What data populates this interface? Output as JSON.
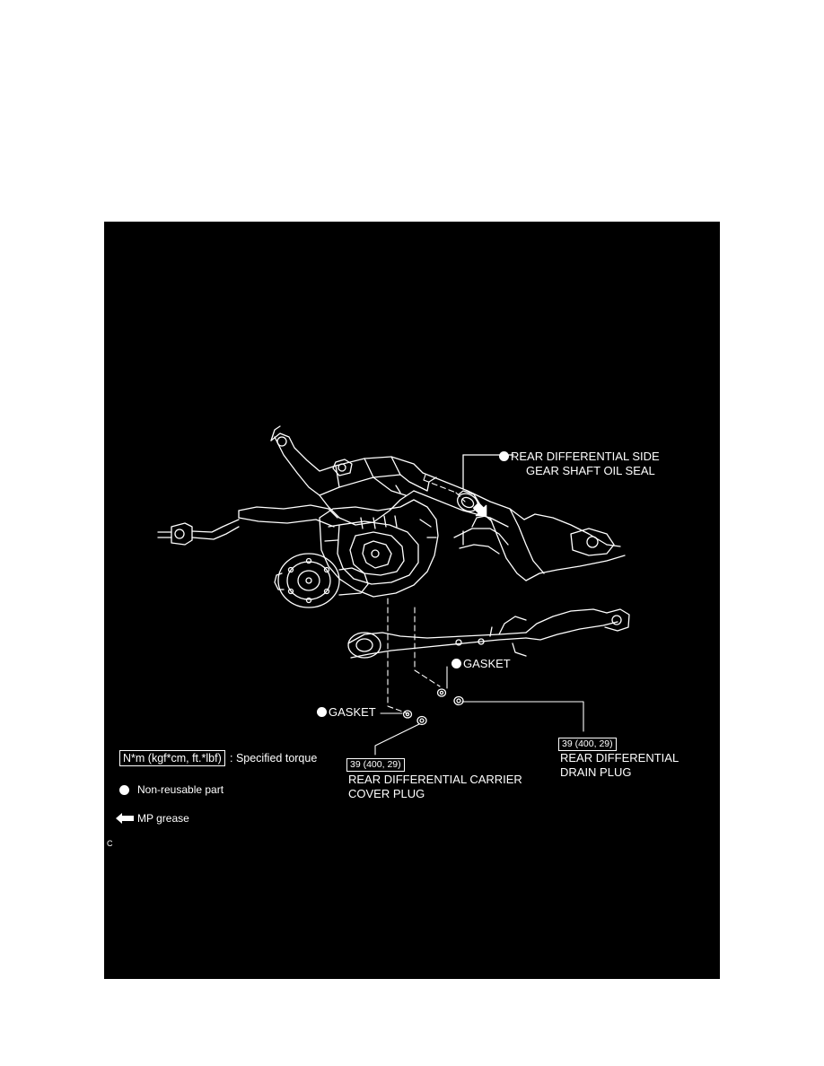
{
  "labels": {
    "oil_seal": [
      "REAR DIFFERENTIAL SIDE",
      "GEAR SHAFT OIL SEAL"
    ],
    "gasket_upper": "GASKET",
    "gasket_lower": "GASKET",
    "drain_plug": [
      "REAR DIFFERENTIAL",
      "DRAIN PLUG"
    ],
    "carrier_cover_plug": [
      "REAR DIFFERENTIAL CARRIER",
      "COVER PLUG"
    ]
  },
  "torque": {
    "drain_plug": "39 (400, 29)",
    "carrier_cover_plug": "39 (400, 29)"
  },
  "legend": {
    "torque_unit": "N*m (kgf*cm, ft.*lbf)",
    "torque_desc": ": Specified torque",
    "non_reusable": "Non-reusable part",
    "grease": "MP grease"
  },
  "figure_code": "C",
  "colors": {
    "background": "#000000",
    "ink": "#ffffff",
    "page": "#ffffff"
  }
}
